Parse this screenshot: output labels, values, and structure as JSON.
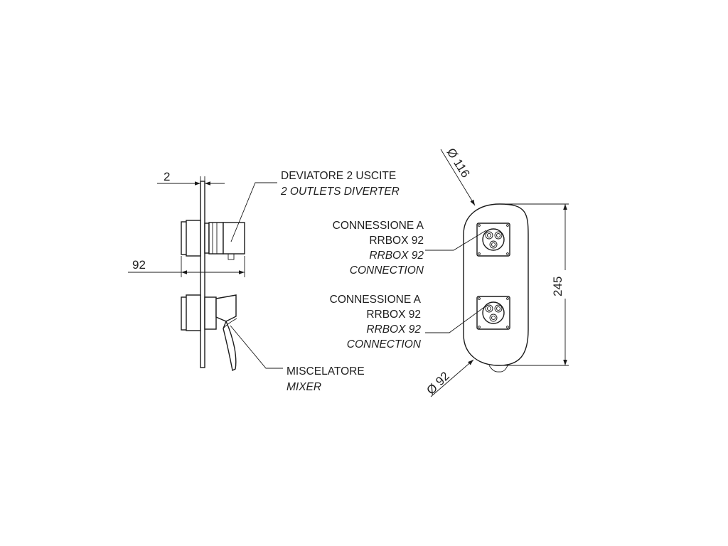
{
  "dimensions": {
    "wall_thickness": "2",
    "depth": "92",
    "plate_height": "245",
    "top_diameter": "Ø 116",
    "bottom_diameter": "Ø 92"
  },
  "labels": {
    "diverter_it": "DEVIATORE 2 USCITE",
    "diverter_en": "2 OUTLETS DIVERTER",
    "mixer_it": "MISCELATORE",
    "mixer_en": "MIXER",
    "connection_top": [
      "CONNESSIONE A",
      "RRBOX 92",
      "RRBOX 92",
      "CONNECTION"
    ],
    "connection_bottom": [
      "CONNESSIONE A",
      "RRBOX 92",
      "RRBOX 92",
      "CONNECTION"
    ]
  }
}
